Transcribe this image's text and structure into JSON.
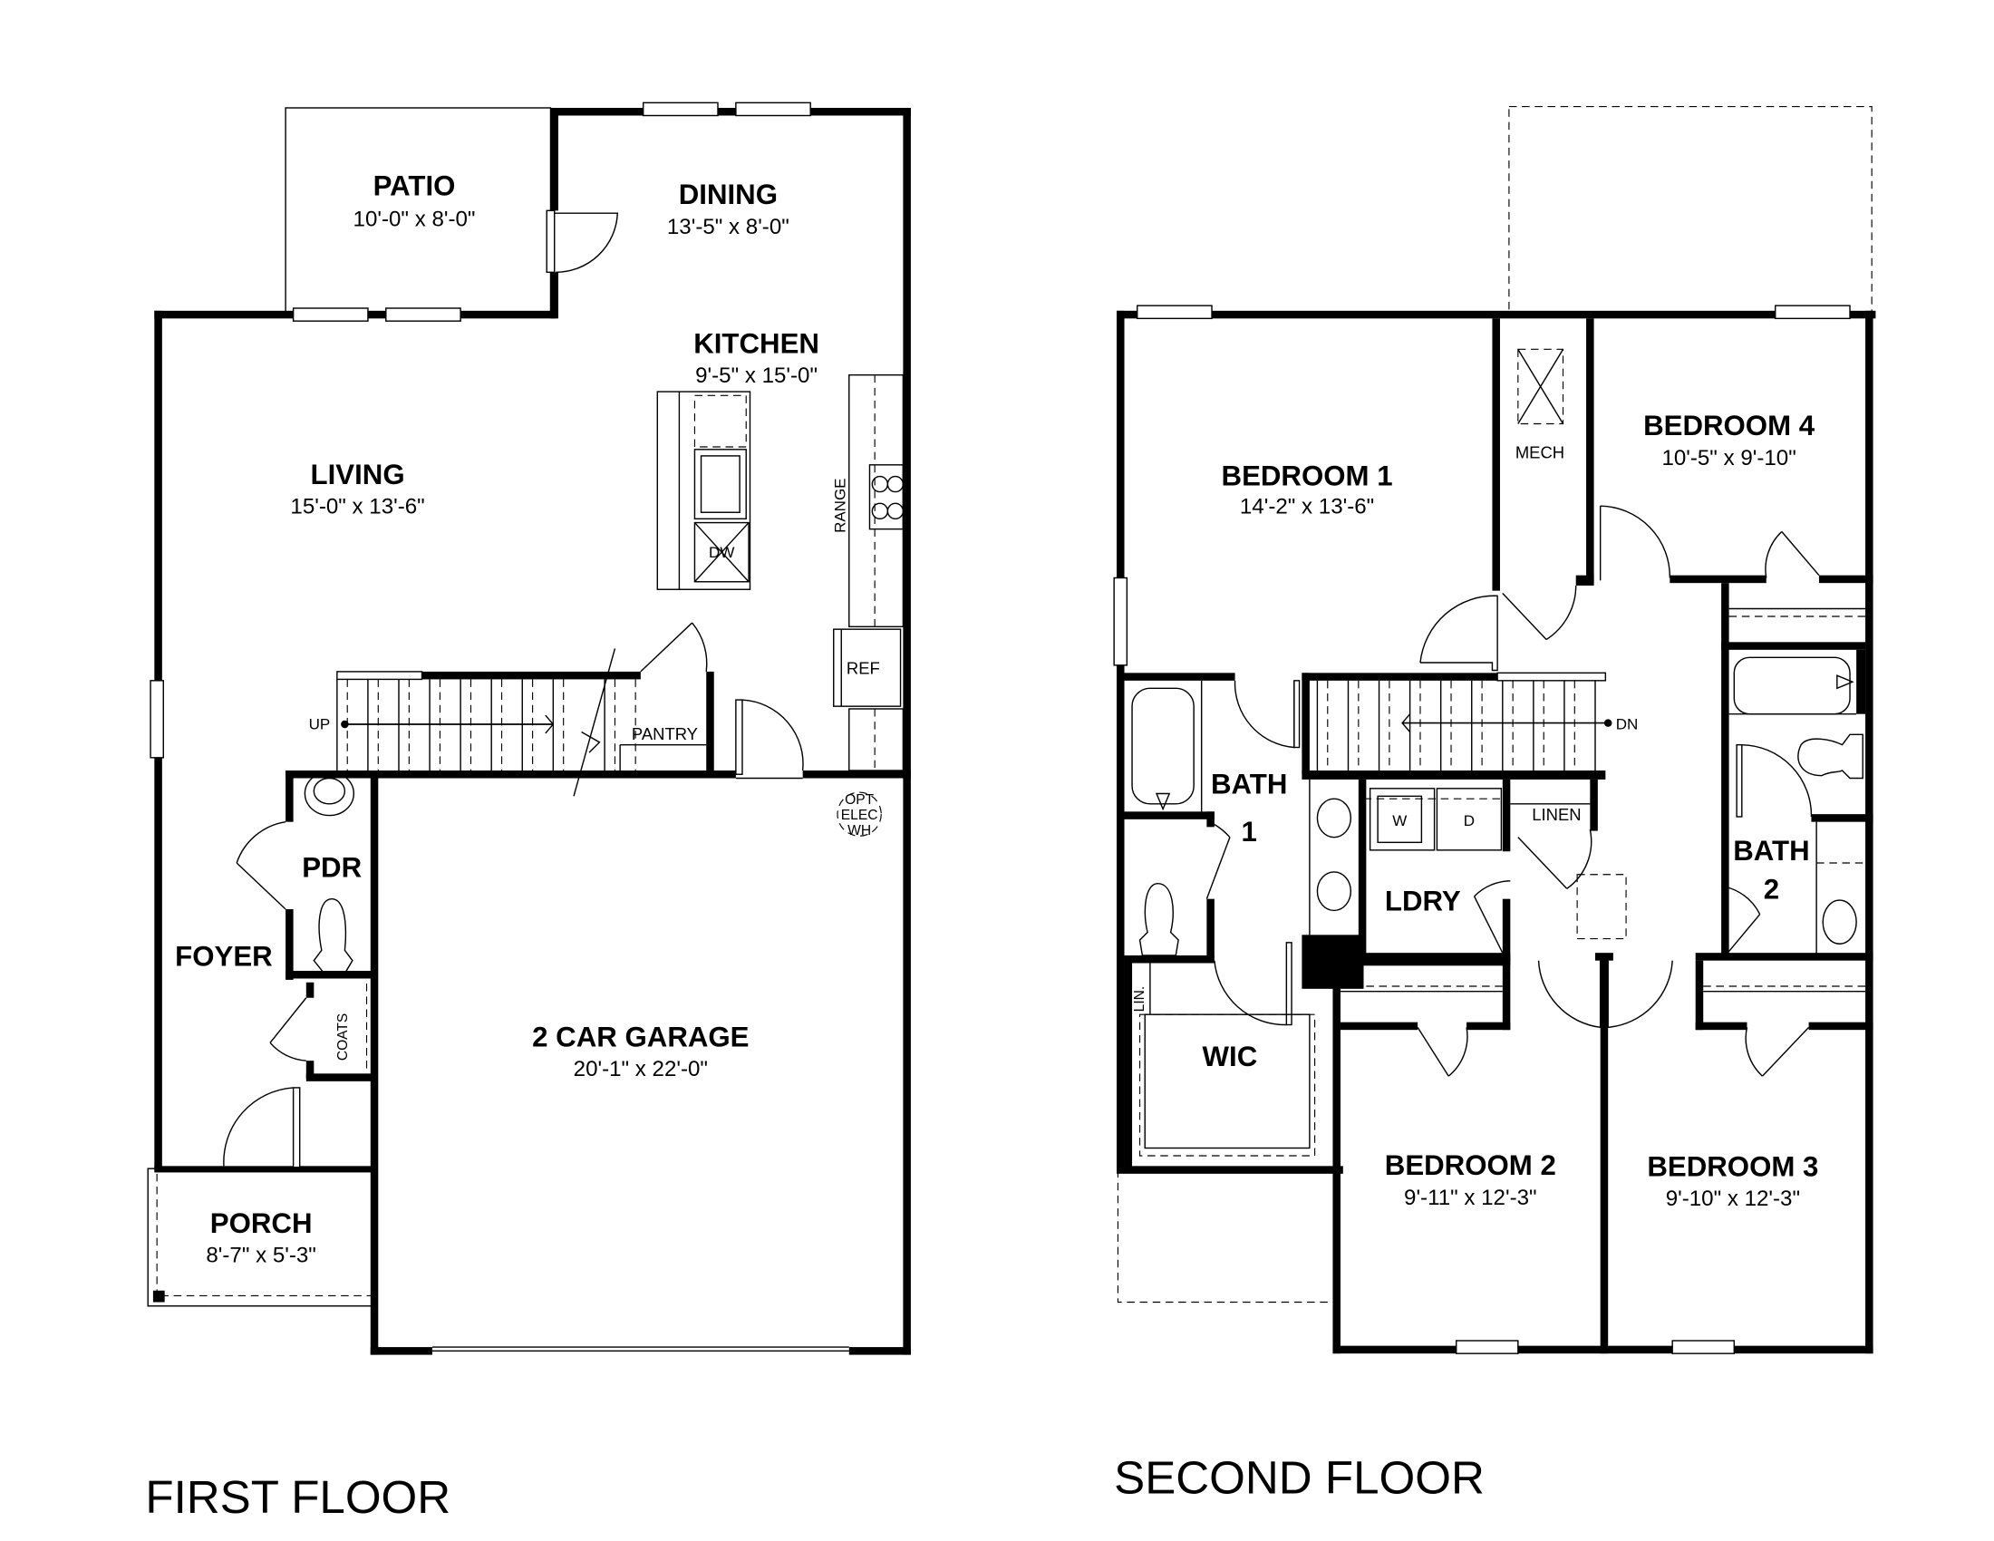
{
  "first_floor": {
    "title": "FIRST FLOOR",
    "rooms": {
      "patio": {
        "name": "PATIO",
        "dims": "10'-0\" x 8'-0\""
      },
      "dining": {
        "name": "DINING",
        "dims": "13'-5\" x 8'-0\""
      },
      "kitchen": {
        "name": "KITCHEN",
        "dims": "9'-5\" x 15'-0\""
      },
      "living": {
        "name": "LIVING",
        "dims": "15'-0\" x 13'-6\""
      },
      "pdr": {
        "name": "PDR"
      },
      "foyer": {
        "name": "FOYER"
      },
      "garage": {
        "name": "2 CAR GARAGE",
        "dims": "20'-1\" x 22'-0\""
      },
      "porch": {
        "name": "PORCH",
        "dims": "8'-7\" x 5'-3\""
      }
    },
    "labels": {
      "range": "RANGE",
      "dw": "DW",
      "ref": "REF",
      "pantry": "PANTRY",
      "up": "UP",
      "coats": "COATS",
      "wh_line1": "OPT",
      "wh_line2": "ELEC",
      "wh_line3": "WH"
    }
  },
  "second_floor": {
    "title": "SECOND FLOOR",
    "rooms": {
      "bedroom1": {
        "name": "BEDROOM 1",
        "dims": "14'-2\" x 13'-6\""
      },
      "bedroom2": {
        "name": "BEDROOM 2",
        "dims": "9'-11\" x 12'-3\""
      },
      "bedroom3": {
        "name": "BEDROOM 3",
        "dims": "9'-10\" x 12'-3\""
      },
      "bedroom4": {
        "name": "BEDROOM 4",
        "dims": "10'-5\" x 9'-10\""
      },
      "bath1": {
        "name": "BATH",
        "num": "1"
      },
      "bath2": {
        "name": "BATH",
        "num": "2"
      },
      "ldry": {
        "name": "LDRY"
      },
      "wic": {
        "name": "WIC"
      }
    },
    "labels": {
      "mech": "MECH",
      "linen": "LINEN",
      "lin": "LIN.",
      "washer": "W",
      "dryer": "D",
      "dn": "DN"
    }
  }
}
